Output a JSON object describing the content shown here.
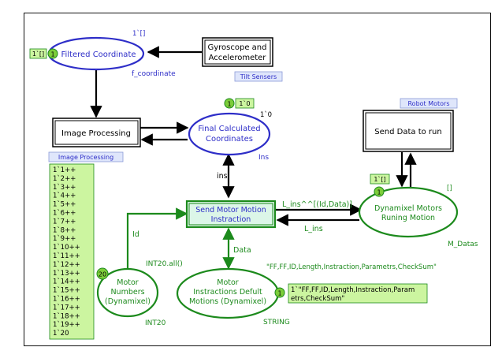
{
  "places": {
    "filtered": {
      "name": "Filtered Coordinate",
      "type": "1`[]",
      "var": "f_coordinate",
      "count": "1",
      "marking": "1`[]"
    },
    "final": {
      "name_l1": "Final Calculated",
      "name_l2": "Coordinates",
      "type": "1`0",
      "var": "Ins",
      "count": "1",
      "marking": "1`0"
    },
    "dynamixel": {
      "name_l1": "Dynamixel Motors",
      "name_l2": "Runing Motion",
      "type": "[]",
      "var": "M_Datas",
      "count": "1",
      "marking": "1`[]"
    },
    "motor_numbers": {
      "name_l1": "Motor",
      "name_l2": "Numbers",
      "name_l3": "(Dynamixel)",
      "init": "INT20.all()",
      "colorset": "INT20",
      "count": "20",
      "marking": [
        "1`1++",
        "1`2++",
        "1`3++",
        "1`4++",
        "1`5++",
        "1`6++",
        "1`7++",
        "1`8++",
        "1`9++",
        "1`10++",
        "1`11++",
        "1`12++",
        "1`13++",
        "1`14++",
        "1`15++",
        "1`16++",
        "1`17++",
        "1`18++",
        "1`19++",
        "1`20"
      ]
    },
    "motor_instr": {
      "name_l1": "Motor",
      "name_l2": "Instractions Defult",
      "name_l3": "Motions (Dynamixel)",
      "init": "\"FF,FF,ID,Length,Instraction,Parametrs,CheckSum\"",
      "colorset": "STRING",
      "count": "1",
      "marking_l1": "1`\"FF,FF,ID,Length,Instraction,Param",
      "marking_l2": "etrs,CheckSum\""
    }
  },
  "transitions": {
    "gyro": {
      "l1": "Gyroscope and",
      "l2": "Accelerometer",
      "tag": "Tilt Sensers"
    },
    "image": {
      "label": "Image Processing",
      "tag": "Image Processing"
    },
    "send_data": {
      "label": "Send Data to run",
      "tag": "Robot Motors"
    },
    "send_motor": {
      "l1": "Send Motor Motion",
      "l2": "Instraction"
    }
  },
  "arcs": {
    "ins": "ins",
    "l_ins_out": "L_ins^^[(Id,Data)]",
    "l_ins_in": "L_ins",
    "id": "Id",
    "data": "Data"
  },
  "colors": {
    "place": "#1c8a1c",
    "place_text": "#2e2ec8",
    "transition_text": "#1c8a1c",
    "token": "#7ccd3a",
    "marking_bg": "#ccf5a0",
    "tag_bg": "#dfe6fb"
  }
}
